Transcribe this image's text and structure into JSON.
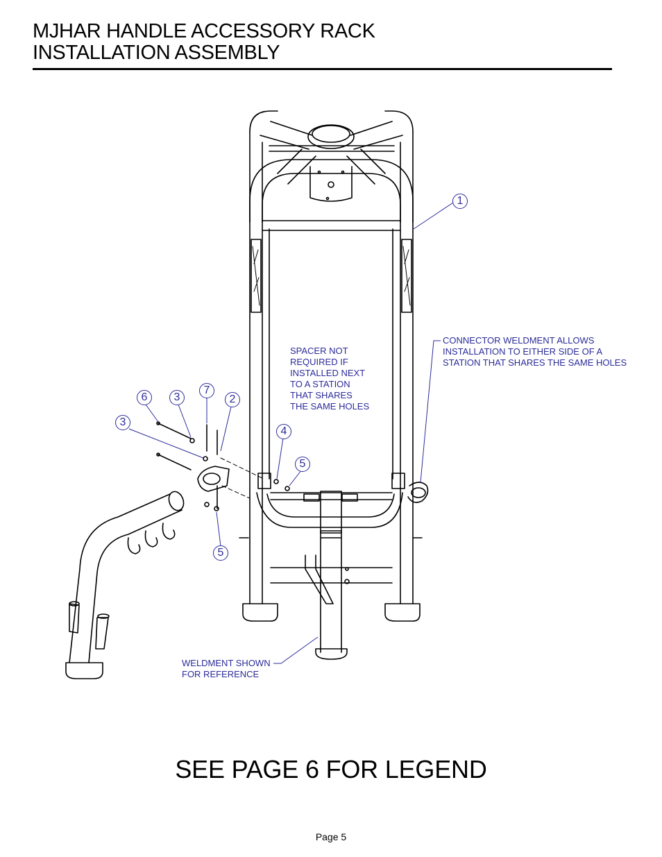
{
  "header": {
    "title_line1": "MJHAR HANDLE ACCESSORY RACK",
    "title_line2": "INSTALLATION ASSEMBLY"
  },
  "notes": {
    "spacer": "SPACER NOT\nREQUIRED IF\nINSTALLED NEXT\nTO A STATION\nTHAT SHARES\nTHE SAME HOLES",
    "connector": "CONNECTOR WELDMENT ALLOWS\nINSTALLATION TO EITHER SIDE OF A\nSTATION THAT SHARES THE SAME HOLES",
    "weldment": "WELDMENT SHOWN\nFOR REFERENCE"
  },
  "callouts": {
    "frame": "1",
    "bolt_long": "6",
    "washer_a": "3",
    "pin": "7",
    "connector": "2",
    "washer_b": "3",
    "spacer": "4",
    "nut_upper": "5",
    "nut_lower": "5"
  },
  "footer": {
    "legend_note": "SEE PAGE 6 FOR LEGEND",
    "page_label": "Page 5"
  },
  "colors": {
    "callout_blue": "#2b2b9a",
    "line": "#000000"
  }
}
